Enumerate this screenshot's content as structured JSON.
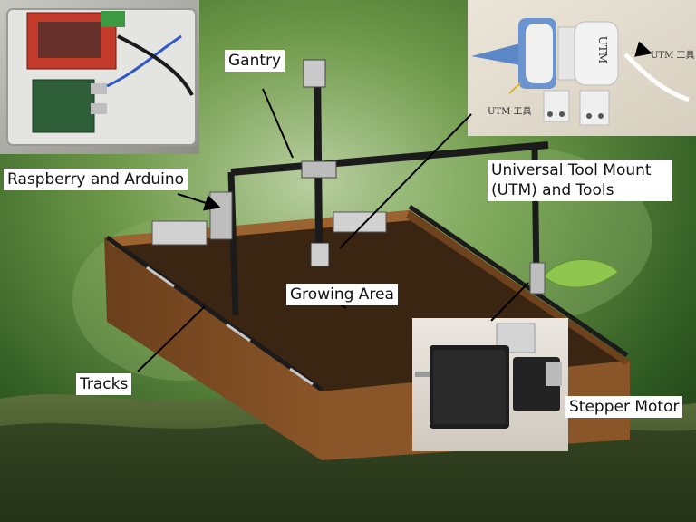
{
  "labels": {
    "gantry": "Gantry",
    "raspberry": "Raspberry and Arduino",
    "utm": "Universal Tool Mount (UTM) and Tools",
    "growing": "Growing Area",
    "tracks": "Tracks",
    "stepper": "Stepper Motor"
  },
  "inset_marks": {
    "utm_left": "UTM 工具",
    "utm_right": "UTM 工具",
    "collar": "UTM"
  },
  "colors": {
    "wood": "#7a4a22",
    "soil": "#3a2412",
    "rail": "#1b1b1b",
    "label_bg": "#ffffff",
    "arrow": "#000000"
  }
}
